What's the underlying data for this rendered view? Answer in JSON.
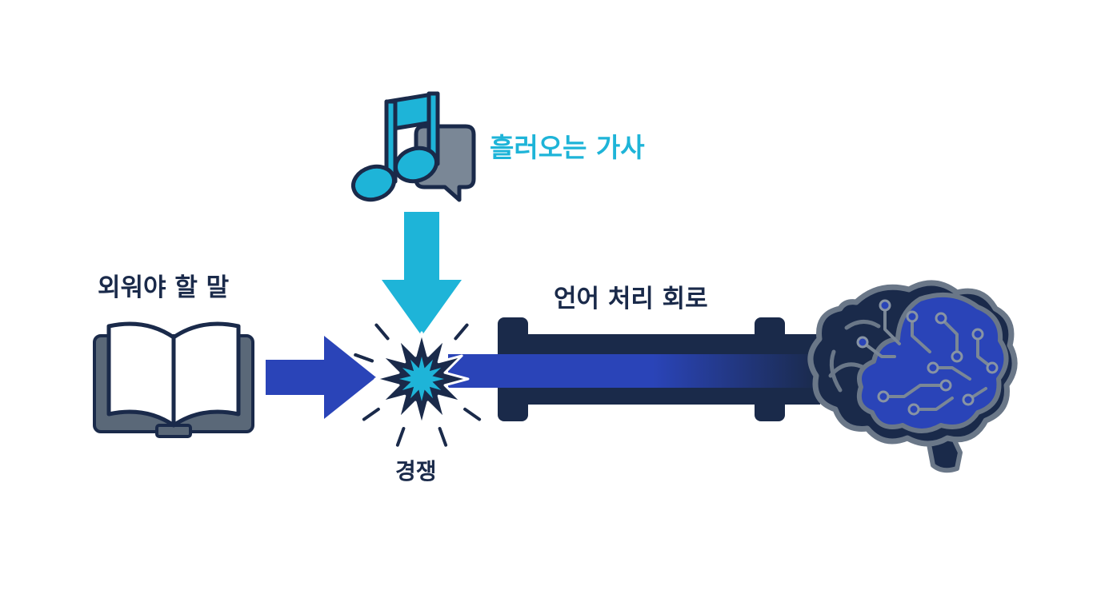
{
  "labels": {
    "lyrics": "흘러오는 가사",
    "memorize": "외워야 할 말",
    "circuit": "언어 처리 회로",
    "compete": "경쟁"
  },
  "colors": {
    "navy": "#1a2a4a",
    "slate": "#5a6878",
    "cyan": "#1eb4d8",
    "blue": "#2a44b8",
    "white": "#ffffff"
  },
  "icons": {
    "music": "music-note-icon",
    "speech": "speech-bubble-icon",
    "book": "open-book-icon",
    "burst": "collision-burst-icon",
    "brain": "brain-circuit-icon"
  }
}
